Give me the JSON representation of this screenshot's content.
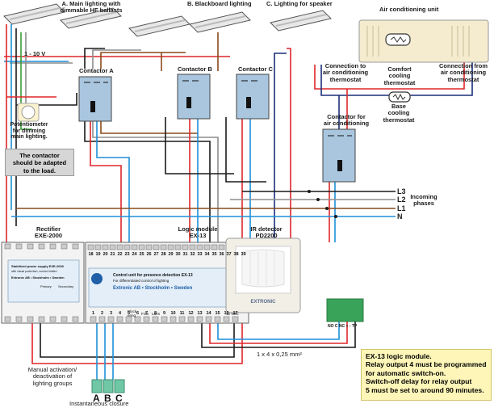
{
  "labels": {
    "main_lighting": "A. Main lighting with\ndimmable HF ballasts",
    "blackboard": "B. Blackboard lighting",
    "speaker": "C. Lighting for speaker",
    "ac_unit": "Air conditioning unit",
    "conn_to": "Connection to\nair conditioning\nthermostat",
    "comfort": "Comfort\ncooling\nthermostat",
    "conn_from": "Connection from\nair conditioning\nthermostat",
    "base": "Base\ncooling\nthermostat",
    "voltage": "1 - 10 V",
    "contactor_a": "Contactor A",
    "contactor_b": "Contactor B",
    "contactor_c": "Contactor C",
    "contactor_ac": "Contactor for\nair conditioning",
    "potentiometer": "Potentiometer\nfor dimming\nmain lighting.",
    "note": "The contactor\nshould be adapted\nto the load.",
    "l3": "L3",
    "l2": "L2",
    "l1": "L1",
    "n": "N",
    "incoming": "Incoming\nphases",
    "rectifier": "Rectifier\nEXE-2000",
    "logic": "Logic module\nEX-13",
    "ir": "IR detector\nPD2200",
    "cable": "1 x 4 x 0,25 mm²",
    "manual": "Manual activation/\ndeactivation of\nlighting groups",
    "abc": [
      "A",
      "B",
      "C"
    ],
    "instant": "Instantaneous closure"
  },
  "rectifier_panel": {
    "title": "Stabilized power supply EXE-2000",
    "subtitle": "with visual protection, current limited",
    "maker": "Extronic AB • Stockholm • Sweden",
    "primary": "Primary",
    "secondary": "Secondary"
  },
  "logic_panel": {
    "title": "Control unit for presence detection EX-13",
    "subtitle": "For differentiated control of lighting",
    "maker": "Extronic AB • Stockholm • Sweden",
    "block": "Block\nering",
    "fran": "Från",
    "larm": "Larm",
    "vdc": "12 VDC"
  },
  "ir_panel": {
    "brand": "EXTRONIC",
    "terminals": "NO C NC + -  TP"
  },
  "top_terminals": [
    "18",
    "19",
    "20",
    "21",
    "22",
    "23",
    "24",
    "25",
    "26",
    "27",
    "28",
    "29",
    "30",
    "31",
    "32",
    "33",
    "34",
    "35",
    "36",
    "37",
    "38",
    "39"
  ],
  "bottom_terminals": [
    "1",
    "2",
    "3",
    "4",
    "5",
    "6",
    "7",
    "8",
    "9",
    "10",
    "11",
    "12",
    "13",
    "14",
    "15",
    "16",
    "17"
  ],
  "info": [
    "EX-13 logic module.",
    "Relay output 4 must be programmed",
    "for automatic switch-on.",
    "Switch-off delay for relay output",
    "5 must be set to around 90 minutes."
  ],
  "colors": {
    "red": "#e0262a",
    "blue": "#1e8fd8",
    "navy": "#1b2f7a",
    "black": "#1a1a1a",
    "brown": "#8a4a1c",
    "gray": "#8e8e8e",
    "green": "#3a9c3a",
    "contactor": "#a9c6de",
    "ac_unit": "#f5ecd0",
    "note_bg": "#fdf6b8"
  }
}
